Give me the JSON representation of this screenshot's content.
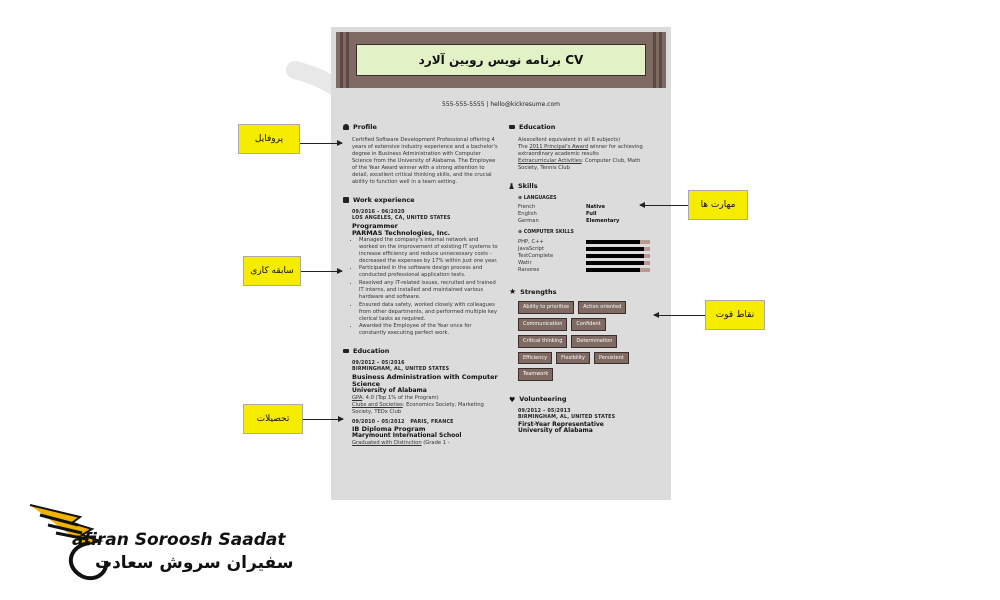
{
  "cv": {
    "title": "CV برنامه نویس روبین آلارد",
    "contact": "555-555-5555  |  hello@kickresume.com",
    "profile": {
      "heading": "Profile",
      "text": "Certified Software Development Professional offering 4 years of extensive industry experience and a bachelor's degree in Business Administration with Computer Science from the University of Alabama. The Employee of the Year Award winner with a strong attention to detail, excellent critical thinking skills, and the crucial ability to function well in a team setting."
    },
    "work": {
      "heading": "Work experience",
      "dates": "09/2016 – 06/2020",
      "location": "LOS ANGELES, CA, UNITED STATES",
      "role": "Programmer",
      "company": "PARMAS Technologies, Inc.",
      "bullets": [
        "Managed the company's internal network and worked on the improvement of existing IT systems to increase efficiency and reduce unnecessary costs - decreased the expenses by 17% within just one year.",
        "Participated in the software design process and conducted professional application tests.",
        "Resolved any IT-related issues, recruited and trained IT interns, and installed and maintained various hardware and software.",
        "Ensured data safety, worked closely with colleagues from other departments, and performed multiple key clerical tasks as required.",
        "Awarded the Employee of the Year once for constantly executing perfect work."
      ]
    },
    "education_left": {
      "heading": "Education",
      "entries": [
        {
          "dates": "09/2012 – 05/2016",
          "location": "BIRMINGHAM, AL, UNITED STATES",
          "degree": "Business Administration with Computer Science",
          "school": "University of Alabama",
          "line1_label": "GPA",
          "line1_text": ": 4.0 (Top 1% of the Program)",
          "line2_label": "Clubs and Societies",
          "line2_text": ": Economics Society, Marketing Society, TEDx Club"
        },
        {
          "dates": "09/2010 – 05/2012",
          "location": "PARIS, FRANCE",
          "degree": "IB Diploma Program",
          "school": "Marymount International School",
          "line1_label": "Graduated with Distinction",
          "line1_text": " (Grade 1 -"
        }
      ]
    },
    "education_right": {
      "heading": "Education",
      "line1": "A/excellent equivalent in all 6 subjects)",
      "line2_pre": "The ",
      "line2_link": "2011 Principal's Award",
      "line2_post": " winner for achieving extraordinary academic results",
      "line3_label": "Extracurricular Activities",
      "line3_text": ": Computer Club, Math Society, Tennis Club"
    },
    "skills": {
      "heading": "Skills",
      "languages_heading": "LANGUAGES",
      "languages": [
        {
          "name": "French",
          "level": "Native"
        },
        {
          "name": "English",
          "level": "Full"
        },
        {
          "name": "German",
          "level": "Elementary"
        }
      ],
      "computer_heading": "COMPUTER SKILLS",
      "computer": [
        {
          "name": "PHP, C++",
          "level": 0.85
        },
        {
          "name": "JavaScript",
          "level": 0.9
        },
        {
          "name": "TestComplete",
          "level": 0.9
        },
        {
          "name": "Watir",
          "level": 0.9
        },
        {
          "name": "Ranorex",
          "level": 0.85
        }
      ]
    },
    "strengths": {
      "heading": "Strengths",
      "tags": [
        "Ability to prioritize",
        "Action oriented",
        "Communication",
        "Confident",
        "Critical thinking",
        "Determination",
        "Efficiency",
        "Flexibility",
        "Persistent",
        "Teamwork"
      ]
    },
    "volunteering": {
      "heading": "Volunteering",
      "dates": "09/2012 – 05/2013",
      "location": "BIRMINGHAM, AL, UNITED STATES",
      "role": "First-Year Representative",
      "school": "University of Alabama"
    }
  },
  "callouts": {
    "profile": "پروفایل",
    "work": "سابقه کاری",
    "education": "تحصیلات",
    "skills": "مهارت ها",
    "strengths": "نقاط قوت"
  },
  "brand": {
    "name_en": "afiran Soroosh Saadat",
    "name_fa": "سفیران سروش سعادت"
  },
  "colors": {
    "header": "#806a64",
    "title_box": "#e3f1c6",
    "callout": "#f6ec00",
    "page": "#dcdcdc"
  }
}
